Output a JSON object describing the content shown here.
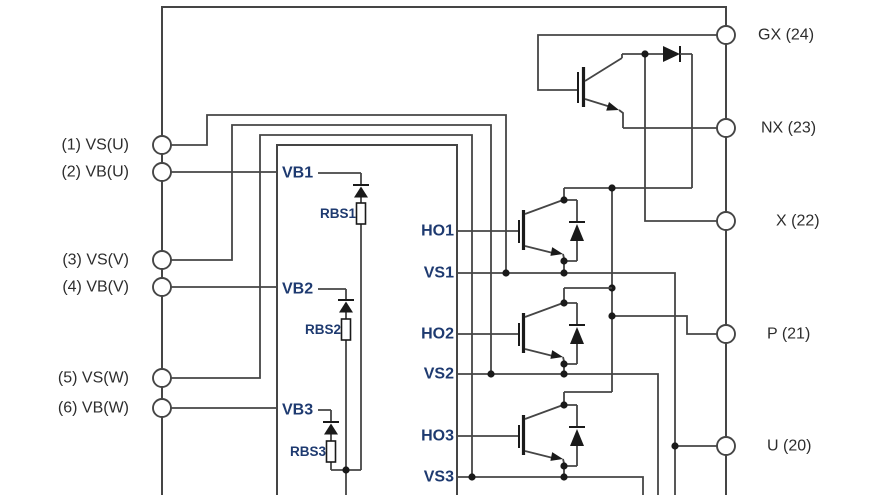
{
  "diagram": {
    "colors": {
      "background": "#ffffff",
      "line": "#454545",
      "symbol": "#1a1a1a",
      "pin-label": "#2d2d2d",
      "signal-label": "#1e3a70"
    },
    "left_pins": [
      {
        "label": "(1) VS(U)"
      },
      {
        "label": "(2) VB(U)"
      },
      {
        "label": "(3) VS(V)"
      },
      {
        "label": "(4) VB(V)"
      },
      {
        "label": "(5) VS(W)"
      },
      {
        "label": "(6) VB(W)"
      }
    ],
    "right_pins": [
      {
        "label": "GX (24)"
      },
      {
        "label": "NX (23)"
      },
      {
        "label": "X (22)"
      },
      {
        "label": "P (21)"
      },
      {
        "label": "U (20)"
      }
    ],
    "signals": {
      "vb1": "VB1",
      "rbs1": "RBS1",
      "vb2": "VB2",
      "rbs2": "RBS2",
      "vb3": "VB3",
      "rbs3": "RBS3",
      "ho1": "HO1",
      "vs1": "VS1",
      "ho2": "HO2",
      "vs2": "VS2",
      "ho3": "HO3",
      "vs3": "VS3"
    }
  }
}
